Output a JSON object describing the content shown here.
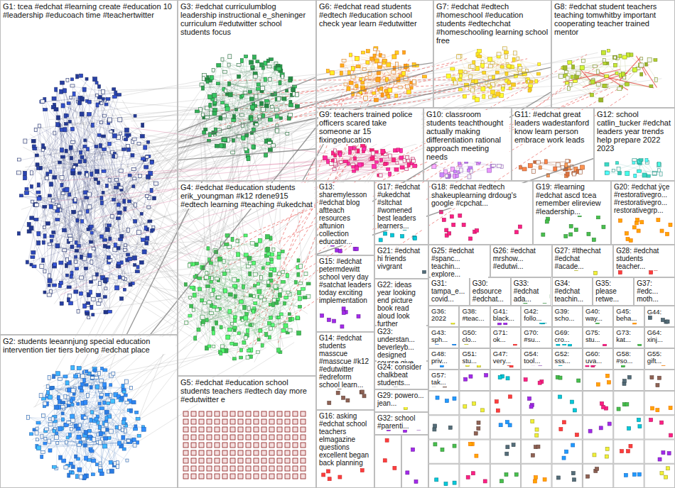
{
  "diagram": {
    "nodes": [
      {
        "text": [
          "G1: tcea #edchat #learning create #education 10 #leadership #educoach time #teachertwitter"
        ]
      },
      {
        "text": [
          "G3: #edchat curriculumblog leadership instructional e_sheninger curriculum #edutwitter school students focus"
        ]
      },
      {
        "text": [
          "G6: #edchat read students #edtech #education school check year learn #edutwitter"
        ]
      },
      {
        "text": [
          "G7: #edchat #edtech #homeschool #education students #edtechchat #homeschooling learning school free"
        ]
      },
      {
        "text": [
          "G8: #edchat student teachers teaching tomwhitby important cooperating teacher trained mentor"
        ]
      },
      {
        "text": [
          "G9: teachers trained police officers scared take someone ar 15 fixingeducation"
        ]
      },
      {
        "text": [
          "G10: classroom students teachthought actually making differentiation rational approach meeting needs"
        ]
      },
      {
        "text": [
          "G11: #edchat great leaders wadestanford know learn person embrace work leads"
        ]
      },
      {
        "text": [
          "G12: school catlin_tucker #edchat leaders year trends help prepare 2022 2023"
        ]
      },
      {
        "text": [
          "G4: #edchat #education students erik_youngman #k12 rdene915 #edtech learning #teaching #ukedchat"
        ]
      },
      {
        "text": [
          "G13: sharemylesson #edchat blog aftteach resources aftunion collection educator..."
        ]
      },
      {
        "text": [
          "G17: #edchat #ukedchat #sltchat #womened best leaders learners..."
        ]
      },
      {
        "text": [
          "G18: #edchat #edtech shakeuplearning drdoug's google #cpchat..."
        ]
      },
      {
        "text": [
          "G19: #learning #edchat ascd tcea remember elireview #leadership..."
        ]
      },
      {
        "text": [
          "G20: #edchat ÿçe #restorativegro... #restorativegro... restorativegrp..."
        ]
      },
      {
        "text": [
          "G21: #edchat hi friends vivgrant"
        ]
      },
      {
        "text": [
          "G25: #edchat #spanc... teachin... explore..."
        ]
      },
      {
        "text": [
          "G26: #edchat mrshow... #edutwi..."
        ]
      },
      {
        "text": [
          "G27: #lthechat #edchat #acade..."
        ]
      },
      {
        "text": [
          "G28: #edchat students teacher..."
        ]
      },
      {
        "text": [
          "G15: #edchat petermdewitt school very day #satchat leaders today exciting implementation"
        ]
      },
      {
        "text": [
          "G31: tampa_e... covid..."
        ]
      },
      {
        "text": [
          "G30: edsource #edchat..."
        ]
      },
      {
        "text": [
          "G33: #edchat ada..."
        ]
      },
      {
        "text": [
          "G34: #edchat teachin..."
        ]
      },
      {
        "text": [
          "G35: please retwe..."
        ]
      },
      {
        "text": [
          "G37: #edc... moth..."
        ]
      },
      {
        "text": [
          "G22: ideas year looking end picture book read aloud look further"
        ]
      },
      {
        "text": [
          "G36: 2022"
        ]
      },
      {
        "text": [
          "G38: #teac..."
        ]
      },
      {
        "text": [
          "G41: black..."
        ]
      },
      {
        "text": [
          "G42: follo..."
        ]
      },
      {
        "text": [
          "G39: scho..."
        ]
      },
      {
        "text": [
          "G40: way..."
        ]
      },
      {
        "text": [
          "G45: beha..."
        ]
      },
      {
        "text": [
          "G44:"
        ]
      },
      {
        "text": [
          "G23: understan... beverleyb... designed course give..."
        ]
      },
      {
        "text": [
          "G43: sph..."
        ]
      },
      {
        "text": [
          "G50: clo..."
        ]
      },
      {
        "text": [
          "G71: ok..."
        ]
      },
      {
        "text": [
          "G70: #su..."
        ]
      },
      {
        "text": [
          "G69: cro..."
        ]
      },
      {
        "text": [
          "G75: stu..."
        ]
      },
      {
        "text": [
          "G73: kat..."
        ]
      },
      {
        "text": [
          "G64: xinj..."
        ]
      },
      {
        "text": [
          "G2: students leeannjung special education intervention tier tiers belong #edchat place"
        ]
      },
      {
        "text": [
          "G14: #edchat students masscue #masscue #k12 #edutwitter #edreform school learn..."
        ]
      },
      {
        "text": [
          "G48: priv..."
        ]
      },
      {
        "text": [
          "G51: stu..."
        ]
      },
      {
        "text": [
          "G47: very..."
        ]
      },
      {
        "text": [
          "G54: tool..."
        ]
      },
      {
        "text": [
          "G52: sss..."
        ]
      },
      {
        "text": [
          "G60: uva..."
        ]
      },
      {
        "text": [
          "G58: #so..."
        ]
      },
      {
        "text": [
          "G55: gift..."
        ]
      },
      {
        "text": [
          "G24: consider chalkbeat students..."
        ]
      },
      {
        "text": [
          "G57: tak..."
        ]
      },
      {
        "text": [
          "G5: #edchat #education school students teachers #edtech day more #edutwitter e"
        ]
      },
      {
        "text": [
          "G29: powero... jean..."
        ]
      },
      {
        "text": [
          "G16: asking #edchat school teachers elmagazine questions excellent began back planning"
        ]
      },
      {
        "text": [
          "G32: school #parenti..."
        ]
      }
    ],
    "edges": [
      {
        "from": 0,
        "to": 2,
        "arrow": "none"
      },
      {
        "from": 0,
        "to": 3,
        "arrow": "none"
      },
      {
        "from": 0,
        "to": 4,
        "arrow": "none"
      },
      {
        "from": 0,
        "to": 5,
        "arrow": "none"
      },
      {
        "from": 45,
        "to": 9,
        "arrow": "none"
      },
      {
        "from": 45,
        "to": 1,
        "arrow": "none"
      },
      {
        "from": 9,
        "to": 2,
        "arrow": "none"
      },
      {
        "from": 9,
        "to": 4,
        "arrow": "none"
      },
      {
        "from": 1,
        "to": 3,
        "arrow": "none"
      },
      {
        "from": 9,
        "to": 8,
        "arrow": "none"
      },
      {
        "from": 45,
        "to": 2,
        "arrow": "none"
      }
    ]
  }
}
